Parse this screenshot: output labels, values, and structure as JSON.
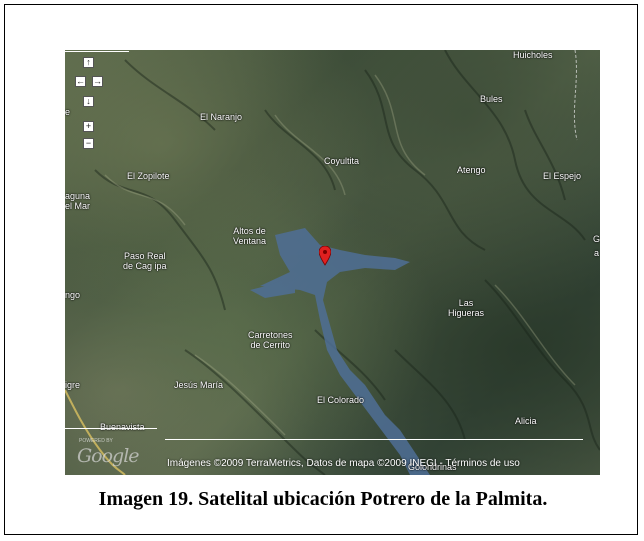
{
  "caption": "Imagen 19. Satelital ubicación Potrero de la Palmita.",
  "map": {
    "labels": {
      "huicholes": "Huicholes",
      "bules": "Bules",
      "el_naranjo": "El Naranjo",
      "coyultita": "Coyultita",
      "el_zopilote": "El Zopilote",
      "atengo": "Atengo",
      "el_espejo": "El Espejo",
      "laguna": "aguna\nel Mar",
      "altos_ventana": "Altos de\nVentana",
      "paso_real": "Paso Real\nde Cag ipa",
      "ngo": "ngo",
      "las_higueras": "Las\nHigueras",
      "carretones": "Carretones\nde Cerrito",
      "igre": "igre",
      "jesus_maria": "Jesús María",
      "el_colorado": "El Colorado",
      "alicia": "Alicia",
      "buenavista": "Buenavista",
      "golondrinas": "Golondrinas",
      "g_edge": "G",
      "a_edge": "a",
      "e_edge": "e"
    },
    "controls": {
      "up": "↑",
      "left": "←",
      "right": "→",
      "down": "↓",
      "zoom_in": "+",
      "zoom_out": "−"
    },
    "logo": "Google",
    "powered_by": "POWERED BY",
    "attribution": "Imágenes ©2009 TerraMetrics, Datos de mapa ©2009 INEGI - Términos de uso",
    "colors": {
      "water": "#4f6f96",
      "marker": "#e02020",
      "road": "#d9c060"
    }
  }
}
